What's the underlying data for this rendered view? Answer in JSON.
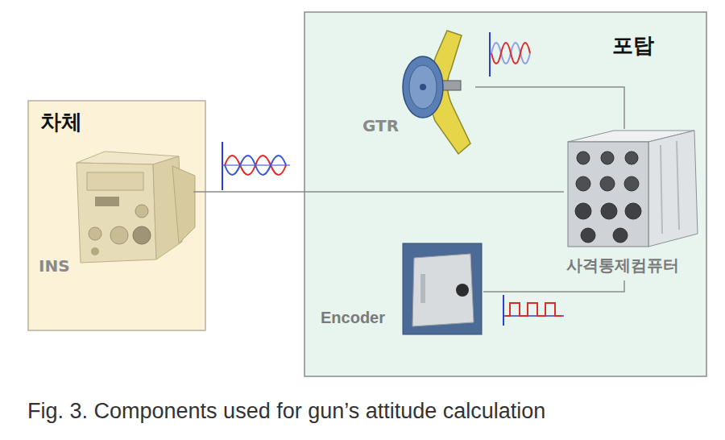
{
  "diagram": {
    "caption": "Fig. 3. Components used for gun’s attitude calculation",
    "nodes": [
      {
        "text": [
          "차체"
        ]
      },
      {
        "text": [
          "INS"
        ],
        "in": 0
      },
      {
        "text": [
          "포탑"
        ]
      },
      {
        "text": [
          "GTR"
        ],
        "in": 2
      },
      {
        "text": [
          "사격통제컴퓨터"
        ],
        "in": 2
      },
      {
        "text": [
          "Encoder"
        ],
        "in": 2
      }
    ],
    "edges": [
      {
        "from": 1,
        "to": 4,
        "arrow": "none"
      },
      {
        "from": 3,
        "to": 4,
        "arrow": "none"
      },
      {
        "from": 5,
        "to": 4,
        "arrow": "none"
      }
    ]
  }
}
